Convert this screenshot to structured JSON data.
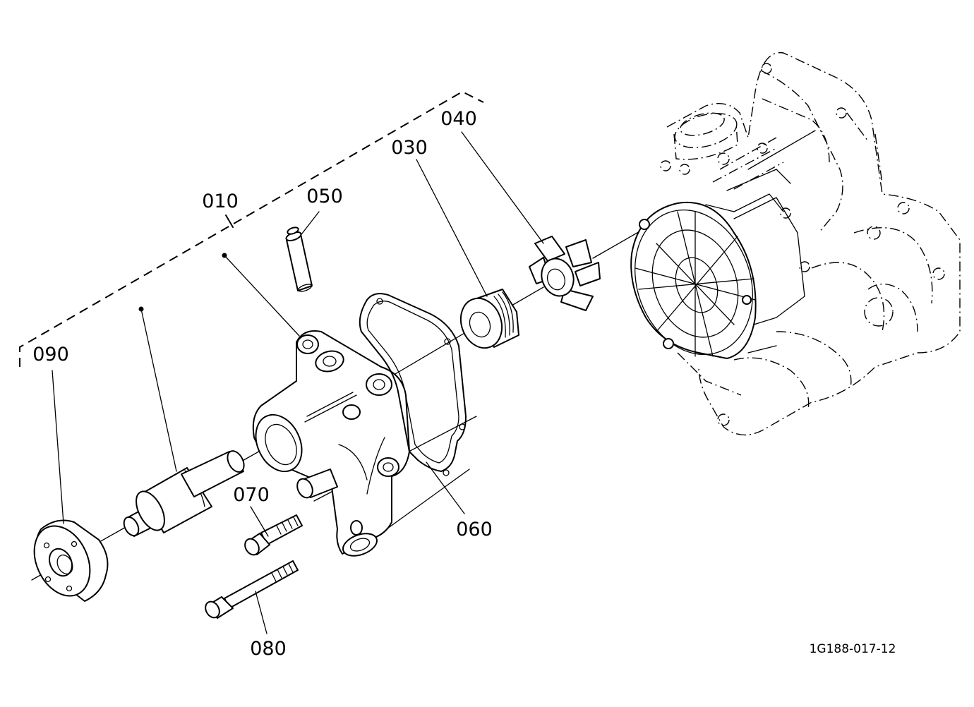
{
  "diagram_code": "1G188-017-12",
  "callouts": [
    {
      "id": "010",
      "label": "010"
    },
    {
      "id": "030",
      "label": "030"
    },
    {
      "id": "040",
      "label": "040"
    },
    {
      "id": "050",
      "label": "050"
    },
    {
      "id": "060",
      "label": "060"
    },
    {
      "id": "070",
      "label": "070"
    },
    {
      "id": "080",
      "label": "080"
    },
    {
      "id": "090",
      "label": "090"
    }
  ]
}
